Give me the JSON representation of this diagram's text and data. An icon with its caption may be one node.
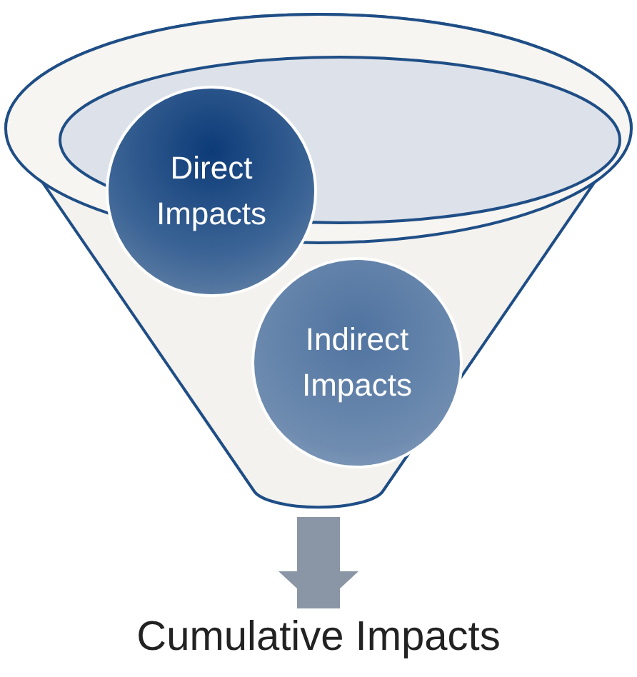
{
  "diagram": {
    "nodes": [
      {
        "text": [],
        "shape": "funnel"
      },
      {
        "text": [
          "Direct Impacts"
        ],
        "in": 0
      },
      {
        "text": [
          "Indirect Impacts"
        ],
        "in": 0
      },
      {
        "text": [
          "Cumulative Impacts"
        ]
      }
    ],
    "edges": [
      {
        "from": 0,
        "to": 3,
        "arrow": "to"
      }
    ]
  }
}
